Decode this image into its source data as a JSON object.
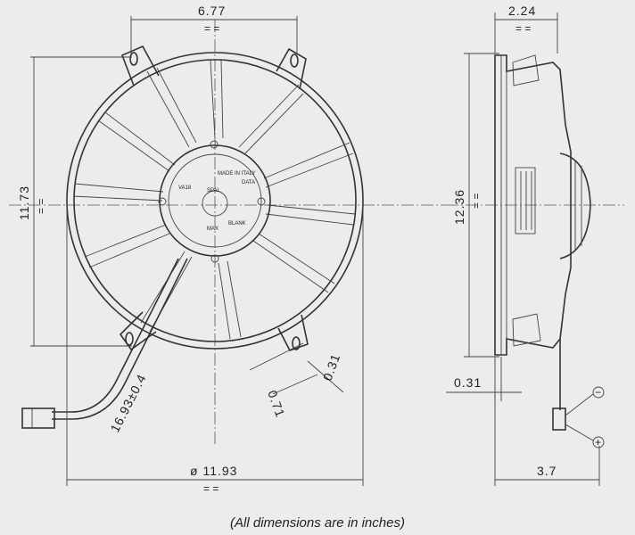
{
  "front_view": {
    "dims": {
      "mount_spacing": "6.77",
      "height": "11.73",
      "diameter": "ø 11.93",
      "cable_length": "16.93±0.4",
      "slot_width": "0.71",
      "slot_offset": "0.31"
    },
    "hub_labels": {
      "brand": "SPAL",
      "data": "DATA",
      "small_code": "VA18",
      "made_in": "MADE IN ITALY",
      "max": "MAX",
      "blank": "BLANK"
    }
  },
  "side_view": {
    "dims": {
      "depth": "2.24",
      "overall_height": "12.36",
      "flange_offset": "0.31",
      "connector_depth": "3.7"
    },
    "terminal_symbols": {
      "negative": "−",
      "positive": "+"
    }
  },
  "equal_marks": "= =",
  "caption": "(All dimensions are in inches)"
}
